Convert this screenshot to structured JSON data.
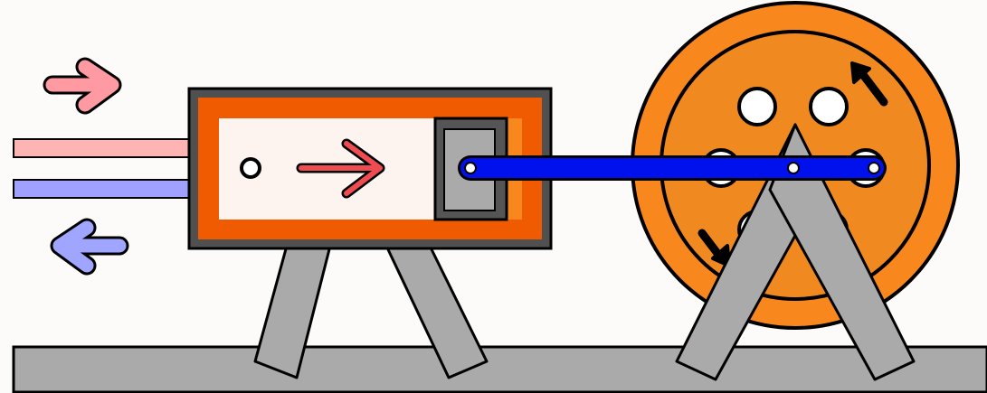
{
  "colors": {
    "background": "#fcfbf9",
    "outline": "#000000",
    "ground": "#aaaaaa",
    "support": "#aaaaaa",
    "cylinder_housing": "#505050",
    "cylinder_body": "#f05a00",
    "cylinder_chamber": "#fdf4f0",
    "piston_block": "#555555",
    "piston_face": "#aaaaaa",
    "piston_rod": "#0011ee",
    "flywheel_outer": "#f8881e",
    "flywheel_inner": "#f08a20",
    "hole": "#ffffff",
    "inlet": "#ffb4b4",
    "inlet_arrow": "#ff9aa2",
    "outlet": "#a0a0ff",
    "outlet_arrow": "#a0a6ff",
    "flow_arrow": "#ee4c50",
    "rotation_arrow": "#000000"
  },
  "icons": {
    "inlet_arrow": "right-chevron-arrow",
    "outlet_arrow": "left-chevron-arrow",
    "flow_arrow": "right-arrow",
    "rotation_arrow": "curved-rotation-arrow"
  },
  "diagram": {
    "components": [
      "ground",
      "inlet-pipe",
      "outlet-pipe",
      "cylinder",
      "piston",
      "connecting-rod",
      "flywheel",
      "supports"
    ]
  }
}
